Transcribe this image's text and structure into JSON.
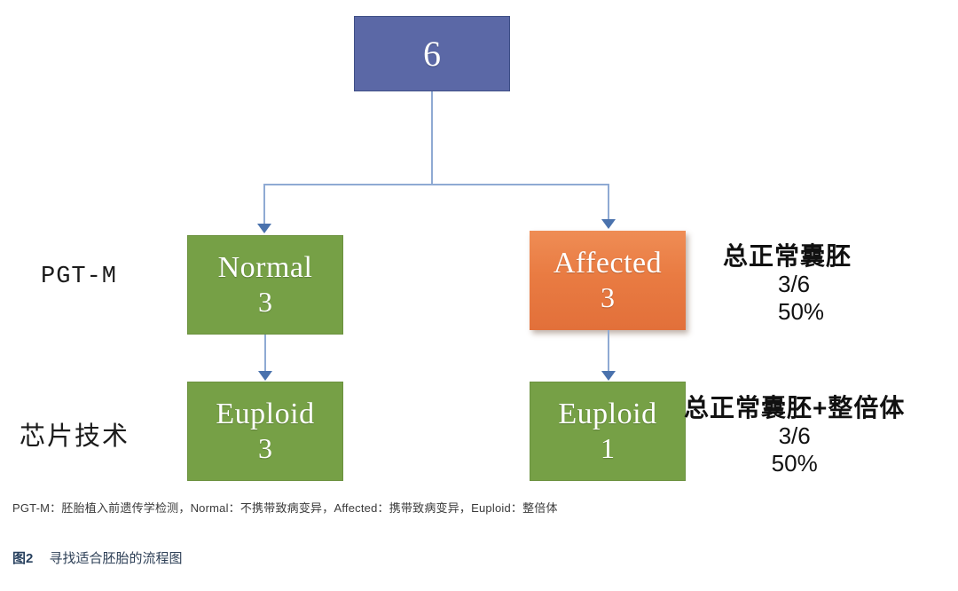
{
  "figure": {
    "nodes": {
      "root": {
        "label": "",
        "count": "6"
      },
      "normal": {
        "label": "Normal",
        "count": "3"
      },
      "affected": {
        "label": "Affected",
        "count": "3"
      },
      "euploid_left": {
        "label": "Euploid",
        "count": "3"
      },
      "euploid_right": {
        "label": "Euploid",
        "count": "1"
      }
    },
    "stage_labels": {
      "pgtm": "PGT-M",
      "chip": "芯片技术"
    },
    "stats": {
      "top": {
        "title": "总正常囊胚",
        "ratio": "3/6",
        "percent": "50%"
      },
      "bottom": {
        "title": "总正常囊胚+整倍体",
        "ratio": "3/6",
        "percent": "50%"
      }
    },
    "footnote": "PGT-M：胚胎植入前遗传学检测，Normal：不携带致病变异，Affected：携带致病变异，Euploid：整倍体",
    "caption": {
      "number": "图2",
      "text": "寻找适合胚胎的流程图"
    },
    "colors": {
      "root_fill": "#5b68a6",
      "normal_fill": "#76a046",
      "affected_fill": "#e2703a",
      "euploid_fill": "#76a046",
      "connector": "#8faad3",
      "arrowhead": "#4a72ad",
      "caption_color": "#2e4057"
    }
  }
}
